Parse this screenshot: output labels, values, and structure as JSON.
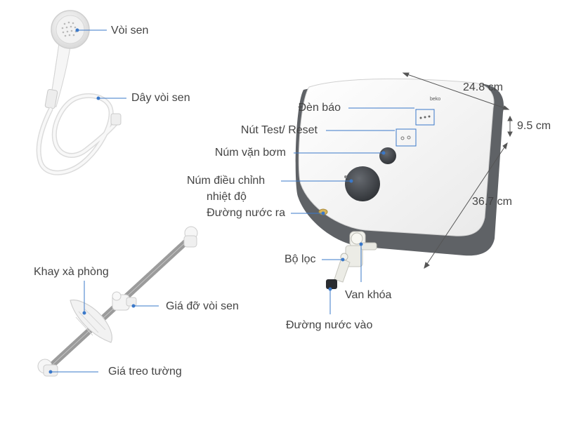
{
  "labels": {
    "shower_head": "Vòi sen",
    "shower_hose": "Dây vòi sen",
    "soap_tray": "Khay xà phòng",
    "shower_holder": "Giá đỡ vòi sen",
    "wall_bracket": "Giá treo tường",
    "indicator_light": "Đèn báo",
    "test_reset_button": "Nút Test/ Reset",
    "pump_knob": "Núm vặn bơm",
    "temp_knob_line1": "Núm điều chỉnh",
    "temp_knob_line2": "nhiệt độ",
    "water_outlet": "Đường nước ra",
    "filter": "Bộ lọc",
    "valve": "Van khóa",
    "water_inlet": "Đường nước vào"
  },
  "dimensions": {
    "width": "24.8 cm",
    "depth": "9.5 cm",
    "height": "36.7 cm"
  },
  "heater": {
    "brand": "beko"
  },
  "colors": {
    "leader_line": "#3a78c9",
    "dimension_line": "#555555",
    "body_white": "#f7f7f7",
    "body_gray": "#5f6266",
    "knob_dark": "#3d4146"
  }
}
